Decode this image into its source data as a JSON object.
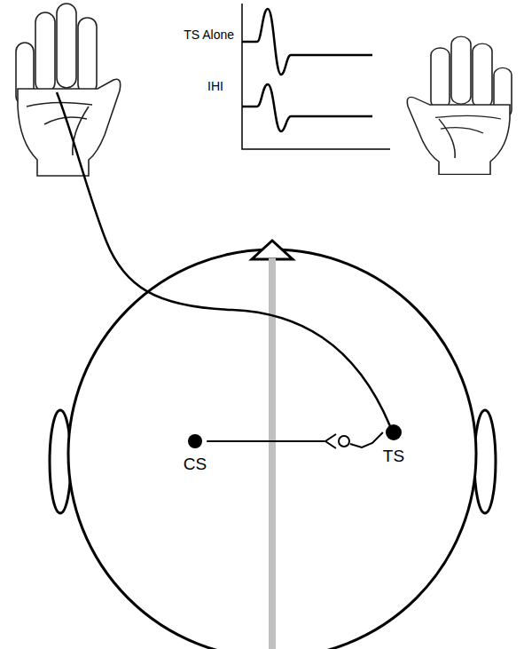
{
  "diagram": {
    "nodes": [
      {
        "text": [
          "CS"
        ]
      },
      {
        "text": [
          "TS"
        ]
      }
    ],
    "edges": [
      {
        "from": 0,
        "to": 1,
        "arrow": "none"
      }
    ],
    "labels": [
      "TS Alone",
      "IHI"
    ]
  }
}
